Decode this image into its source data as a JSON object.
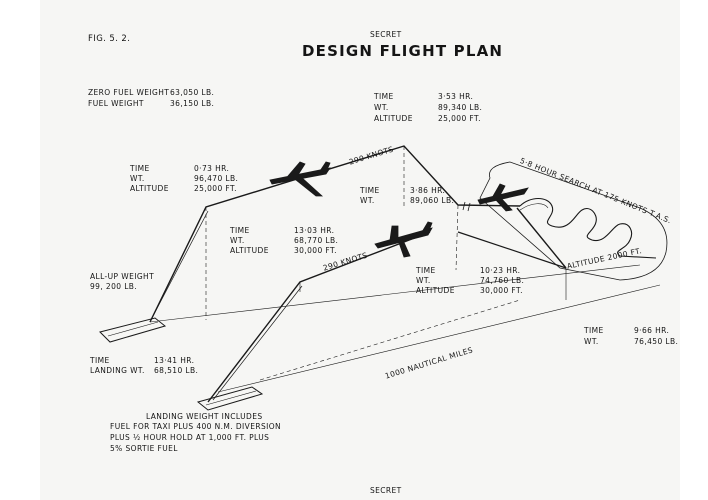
{
  "header": {
    "classification_top": "SECRET",
    "figure": "FIG. 5. 2.",
    "title": "DESIGN FLIGHT PLAN",
    "classification_bottom": "SECRET"
  },
  "weights": {
    "zero_fuel_label": "ZERO FUEL WEIGHT",
    "zero_fuel_value": "63,050 LB.",
    "fuel_label": "FUEL WEIGHT",
    "fuel_value": "36,150 LB."
  },
  "waypoints": {
    "climb_top_out": {
      "time_label": "TIME",
      "time": "0·73 HR.",
      "wt_label": "WT.",
      "wt": "96,470 LB.",
      "alt_label": "ALTITUDE",
      "alt": "25,000 FT."
    },
    "cruise_end_out": {
      "time_label": "TIME",
      "time": "3·53 HR.",
      "wt_label": "WT.",
      "wt": "89,340 LB.",
      "alt_label": "ALTITUDE",
      "alt": "25,000 FT."
    },
    "search_entry": {
      "time_label": "TIME",
      "time": "3·86 HR.",
      "wt_label": "WT.",
      "wt": "89,060 LB."
    },
    "search_end": {
      "time_label": "TIME",
      "time": "9·66 HR.",
      "wt_label": "WT.",
      "wt": "76,450 LB."
    },
    "climb_after_search": {
      "time_label": "TIME",
      "time": "10·23 HR.",
      "wt_label": "WT.",
      "wt": "74,760 LB.",
      "alt_label": "ALTITUDE",
      "alt": "30,000 FT."
    },
    "descent_start": {
      "time_label": "TIME",
      "time": "13·03 HR.",
      "wt_label": "WT.",
      "wt": "68,770 LB.",
      "alt_label": "ALTITUDE",
      "alt": "30,000 FT."
    },
    "landing": {
      "time_label": "TIME",
      "time": "13·41 HR.",
      "landing_label": "LANDING WT.",
      "landing_wt": "68,510 LB."
    }
  },
  "allup": {
    "label": "ALL-UP WEIGHT",
    "value": "99, 200 LB."
  },
  "annotations": {
    "speed_out": "290 KNOTS",
    "speed_return": "290 KNOTS",
    "search": "5·8 HOUR SEARCH AT 175 KNOTS T.A.S.",
    "search_altitude": "ALTITUDE 2000 FT.",
    "distance": "1000 NAUTICAL MILES"
  },
  "footnote": {
    "line1": "LANDING WEIGHT INCLUDES",
    "line2": "FUEL FOR TAXI PLUS 400 N.M. DIVERSION",
    "line3": "PLUS ½ HOUR HOLD AT 1,000 FT. PLUS",
    "line4": "5% SORTIE FUEL"
  },
  "colors": {
    "ink": "#151515",
    "paper": "#f6f6f4"
  }
}
